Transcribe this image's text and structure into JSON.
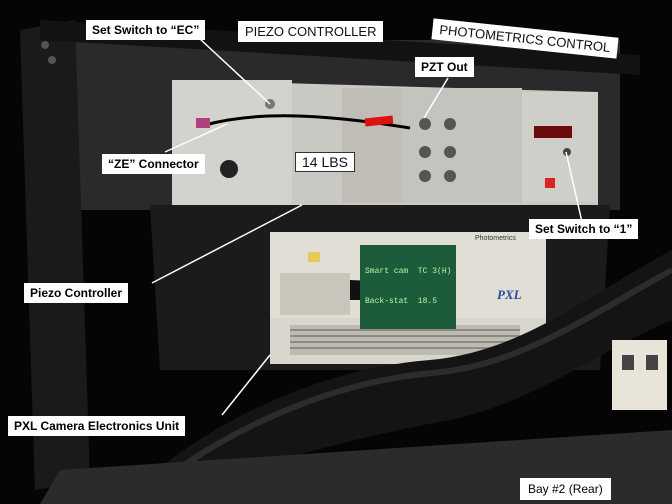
{
  "photo": {
    "description_icon": "photo-rack-equipment"
  },
  "tags": {
    "piezo_controller": "PIEZO CONTROLLER",
    "photometrics_control": "PHOTOMETRICS CONTROL"
  },
  "panel": {
    "weight_label": "14 LBS"
  },
  "lcd": {
    "line1": "Smart cam  TC 3(H)",
    "line2": "Back-stat  18.5"
  },
  "camera_unit": {
    "brand": "Photometrics",
    "logo": "PXL"
  },
  "callouts": {
    "set_switch_ec": "Set Switch to “EC”",
    "pzt_out": "PZT Out",
    "ze_connector": "“ZE” Connector",
    "set_switch_1": "Set Switch to “1”",
    "piezo_controller": "Piezo Controller",
    "pxl_camera_unit": "PXL Camera Electronics Unit"
  },
  "footer": {
    "bay_label": "Bay #2 (Rear)"
  },
  "colors": {
    "callout_line": "#ffffff",
    "background": "#000000",
    "panel": "#c8c8c4",
    "camera_body": "#e0ddd5"
  }
}
